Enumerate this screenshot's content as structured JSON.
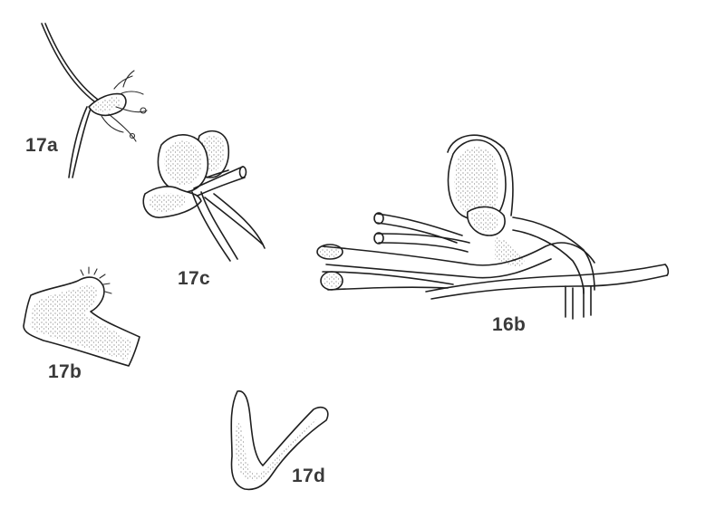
{
  "figure": {
    "labels": {
      "fig_17a": "17a",
      "fig_17b": "17b",
      "fig_17c": "17c",
      "fig_17d": "17d",
      "fig_16b": "16b"
    }
  }
}
